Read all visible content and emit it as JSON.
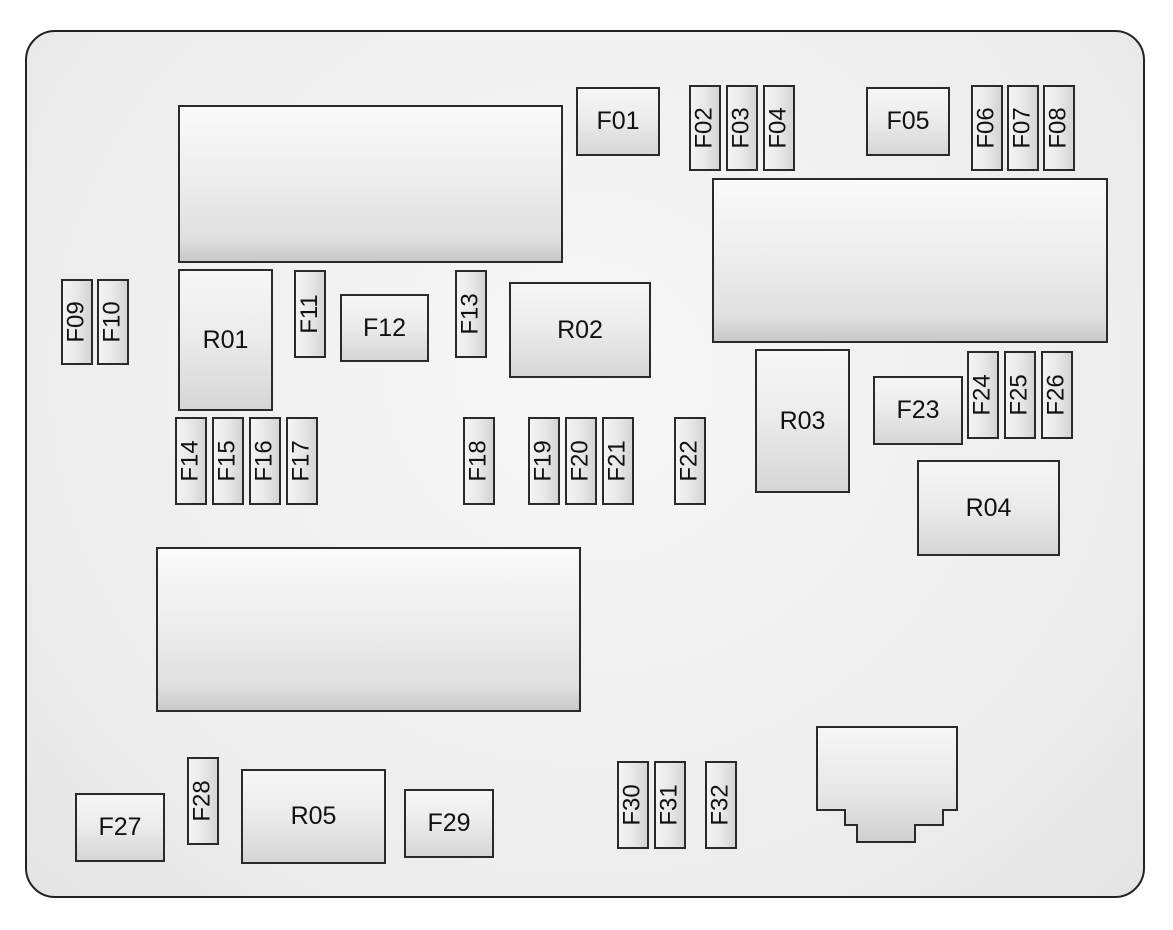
{
  "fuse_box": {
    "fuses": {
      "F01": "F01",
      "F02": "F02",
      "F03": "F03",
      "F04": "F04",
      "F05": "F05",
      "F06": "F06",
      "F07": "F07",
      "F08": "F08",
      "F09": "F09",
      "F10": "F10",
      "F11": "F11",
      "F12": "F12",
      "F13": "F13",
      "F14": "F14",
      "F15": "F15",
      "F16": "F16",
      "F17": "F17",
      "F18": "F18",
      "F19": "F19",
      "F20": "F20",
      "F21": "F21",
      "F22": "F22",
      "F23": "F23",
      "F24": "F24",
      "F25": "F25",
      "F26": "F26",
      "F27": "F27",
      "F28": "F28",
      "F29": "F29",
      "F30": "F30",
      "F31": "F31",
      "F32": "F32"
    },
    "relays": {
      "R01": "R01",
      "R02": "R02",
      "R03": "R03",
      "R04": "R04",
      "R05": "R05"
    }
  }
}
